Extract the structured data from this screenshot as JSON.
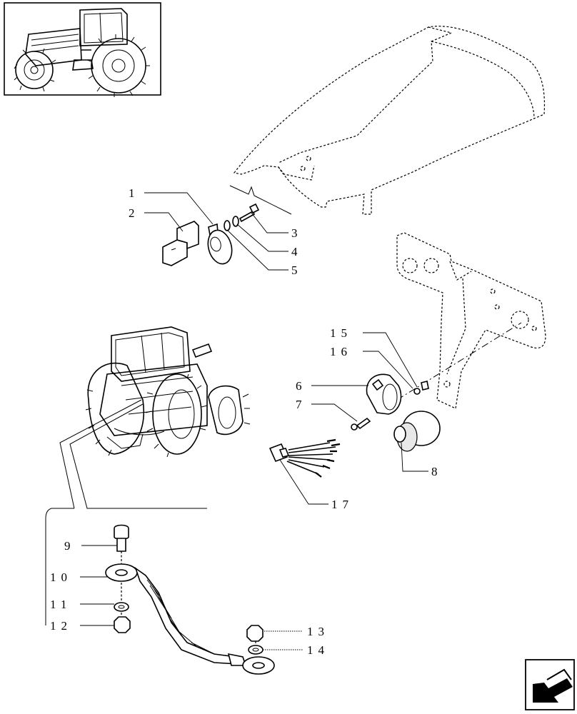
{
  "callouts": [
    {
      "id": "1",
      "text": "1"
    },
    {
      "id": "2",
      "text": "2"
    },
    {
      "id": "3",
      "text": "3"
    },
    {
      "id": "4",
      "text": "4"
    },
    {
      "id": "5",
      "text": "5"
    },
    {
      "id": "6",
      "text": "6"
    },
    {
      "id": "7",
      "text": "7"
    },
    {
      "id": "8",
      "text": "8"
    },
    {
      "id": "9",
      "text": "9"
    },
    {
      "id": "10",
      "text": "10"
    },
    {
      "id": "11",
      "text": "11"
    },
    {
      "id": "12",
      "text": "12"
    },
    {
      "id": "13",
      "text": "13"
    },
    {
      "id": "14",
      "text": "14"
    },
    {
      "id": "15",
      "text": "15"
    },
    {
      "id": "16",
      "text": "16"
    },
    {
      "id": "17",
      "text": "17"
    }
  ],
  "icons": {
    "thumbnail": "tractor-thumbnail-icon",
    "nav": "next-page-arrow-icon"
  }
}
